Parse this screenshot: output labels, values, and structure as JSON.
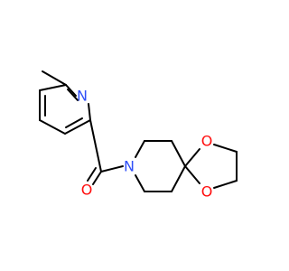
{
  "structure": {
    "colors": {
      "bond": "#000000",
      "nitrogen": "#3050F8",
      "oxygen": "#FF0D0D",
      "background": "#FFFFFF"
    },
    "atoms": [
      {
        "id": "N_pyridine",
        "label": "N",
        "color_key": "nitrogen"
      },
      {
        "id": "N_amide",
        "label": "N",
        "color_key": "nitrogen"
      },
      {
        "id": "O_carbonyl",
        "label": "O",
        "color_key": "oxygen"
      },
      {
        "id": "O_dioxolane_top",
        "label": "O",
        "color_key": "oxygen"
      },
      {
        "id": "O_dioxolane_bottom",
        "label": "O",
        "color_key": "oxygen"
      }
    ]
  }
}
